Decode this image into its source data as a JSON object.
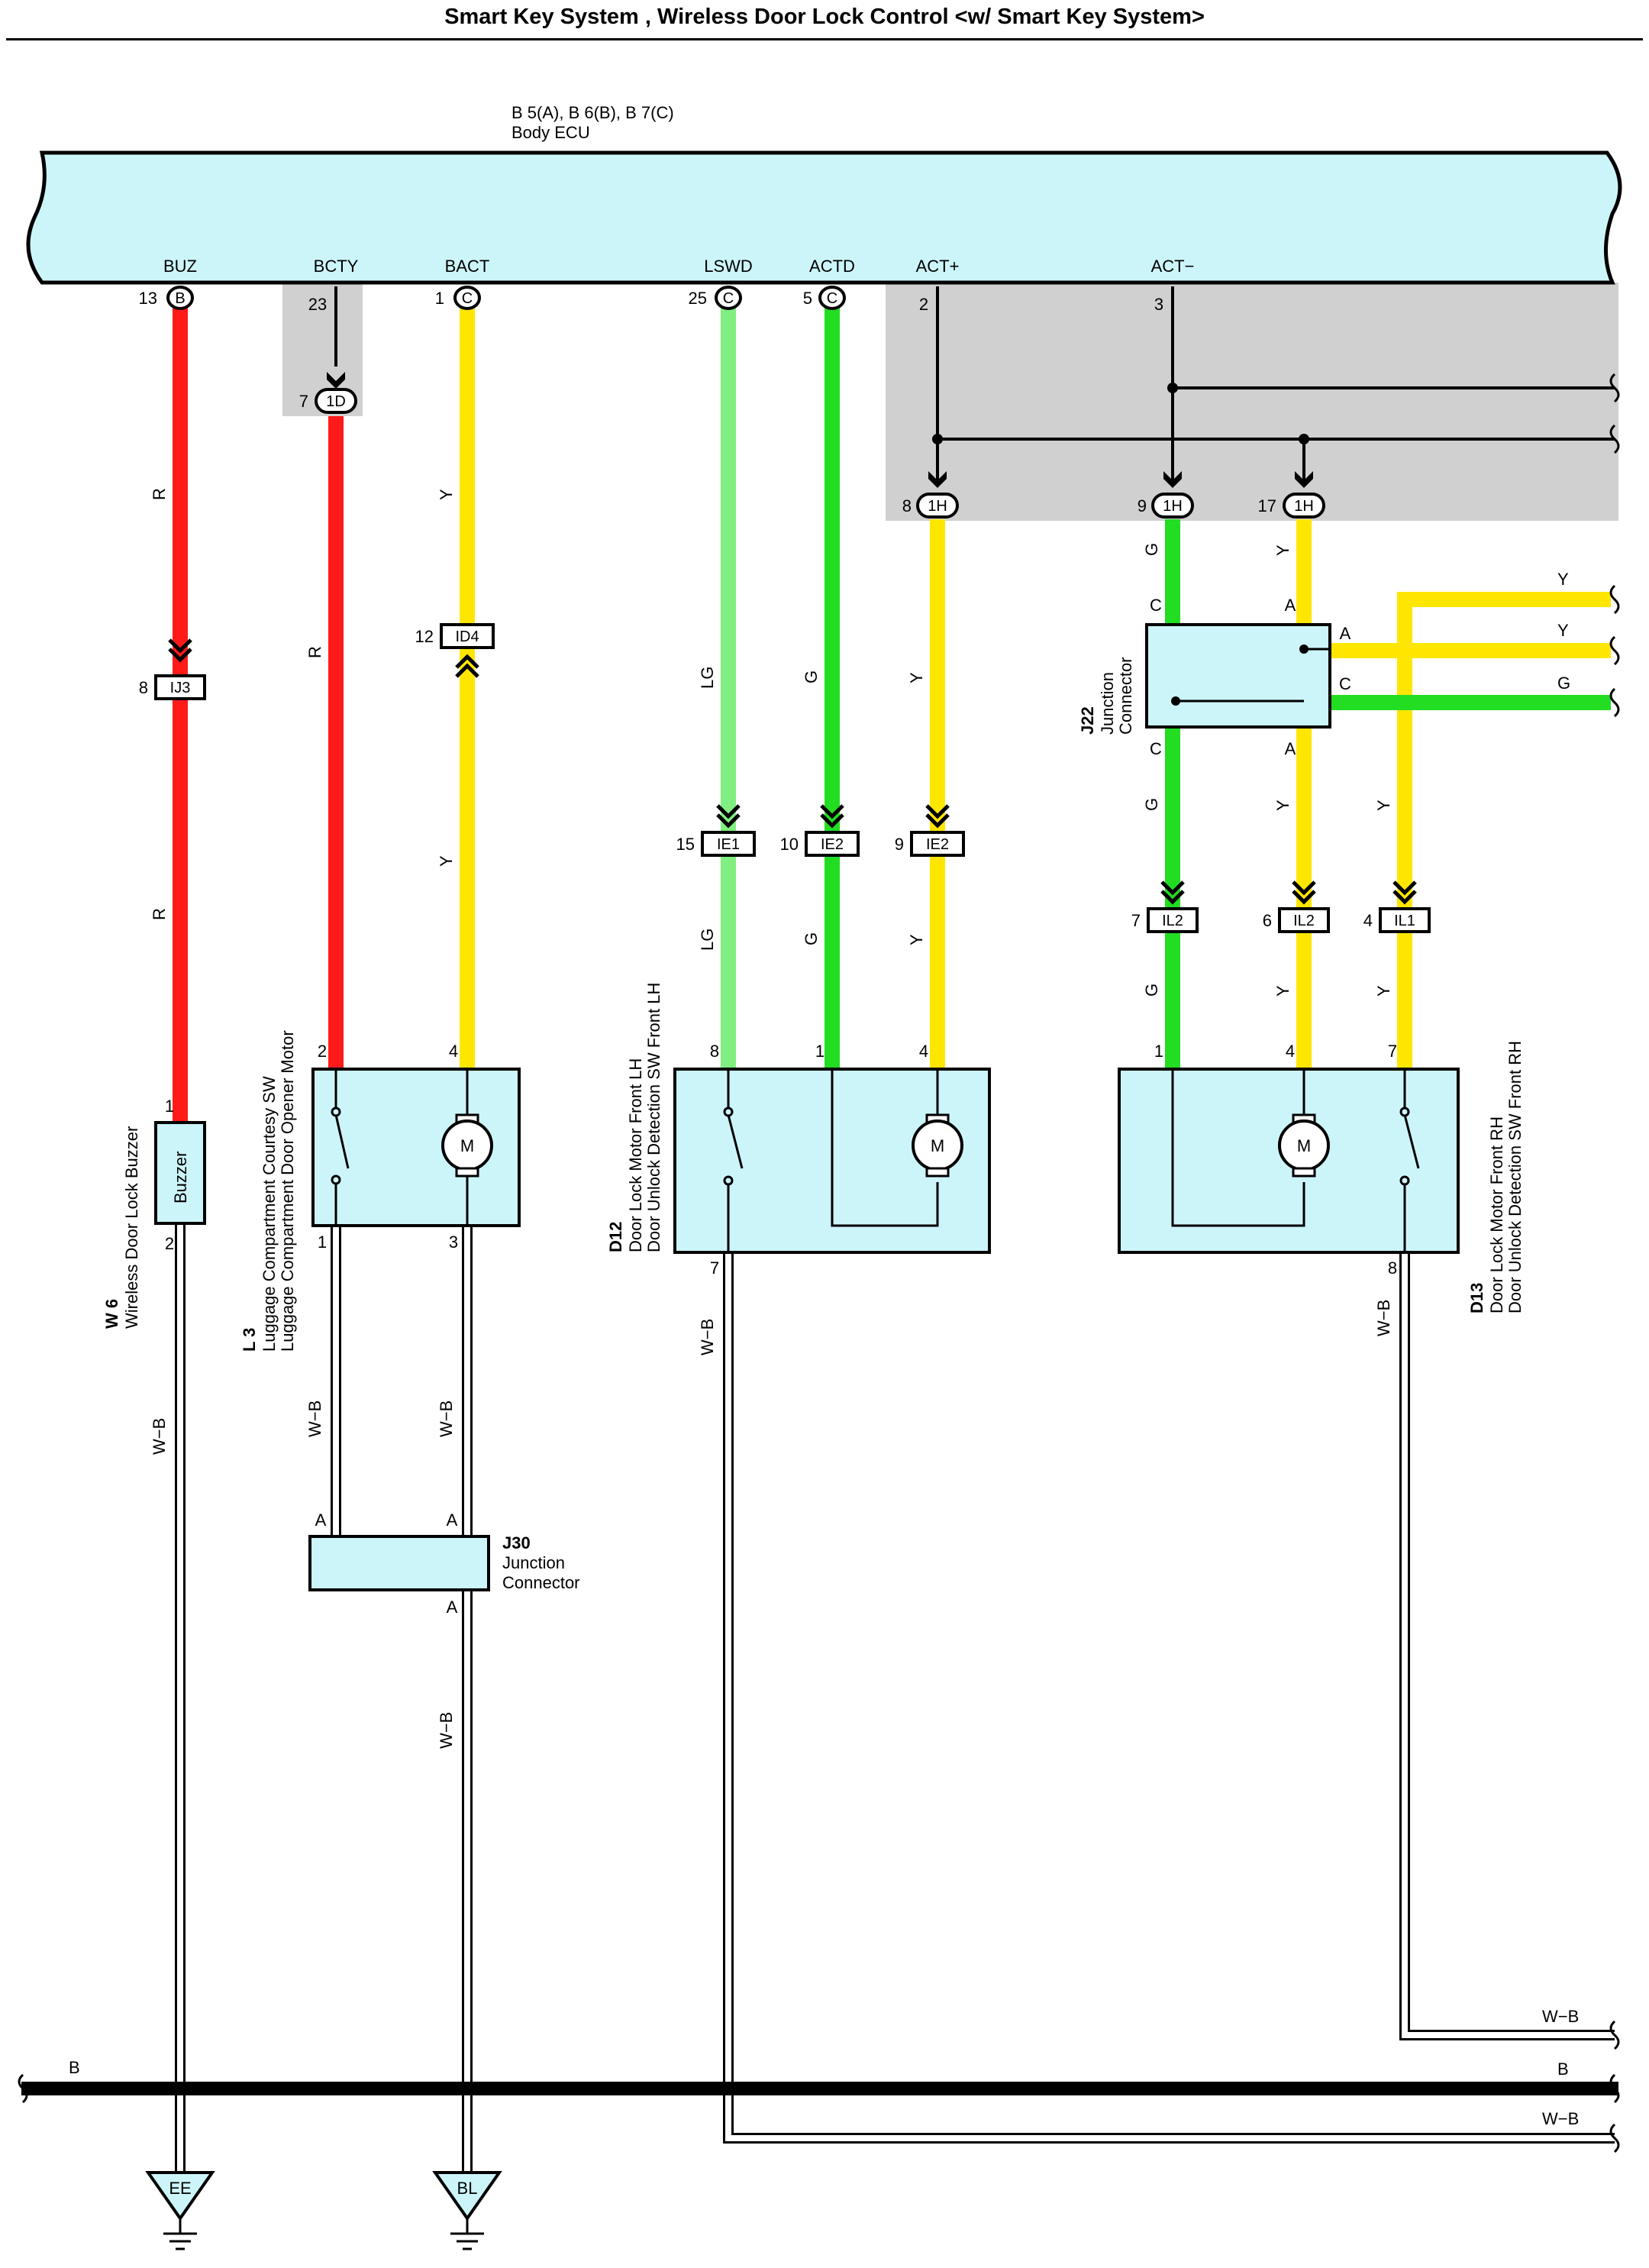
{
  "title": "Smart Key System , Wireless Door Lock Control <w/ Smart Key System>",
  "colors": {
    "R": "#ff1a1a",
    "Y": "#ffe600",
    "G": "#22dd22",
    "LG": "#80ee80",
    "B": "#000000",
    "W-B": "#ffffff",
    "box": "#ccf5fa"
  },
  "ecu": {
    "connectors": "B 5(A), B 6(B), B 7(C)",
    "name": "Body ECU"
  },
  "terminals": {
    "BUZ": {
      "name": "BUZ",
      "pin": "13",
      "conn": "B"
    },
    "BCTY": {
      "name": "BCTY",
      "pin": "23"
    },
    "BACT": {
      "name": "BACT",
      "pin": "1",
      "conn": "C"
    },
    "LSWD": {
      "name": "LSWD",
      "pin": "25",
      "conn": "C"
    },
    "ACTD": {
      "name": "ACTD",
      "pin": "5",
      "conn": "C"
    },
    "ACTP": {
      "name": "ACT+",
      "pin": "2"
    },
    "ACTM": {
      "name": "ACT−",
      "pin": "3"
    }
  },
  "inline": {
    "c1D": {
      "pin": "7",
      "name": "1D"
    },
    "c1H_8": {
      "pin": "8",
      "name": "1H"
    },
    "c1H_9": {
      "pin": "9",
      "name": "1H"
    },
    "c1H_17": {
      "pin": "17",
      "name": "1H"
    },
    "IJ3": {
      "pin": "8",
      "name": "IJ3"
    },
    "ID4": {
      "pin": "12",
      "name": "ID4"
    },
    "IE1": {
      "pin": "15",
      "name": "IE1"
    },
    "IE2a": {
      "pin": "10",
      "name": "IE2"
    },
    "IE2b": {
      "pin": "9",
      "name": "IE2"
    },
    "IL2a": {
      "pin": "7",
      "name": "IL2"
    },
    "IL2b": {
      "pin": "6",
      "name": "IL2"
    },
    "IL1": {
      "pin": "4",
      "name": "IL1"
    }
  },
  "wire_labels": {
    "R": "R",
    "Y": "Y",
    "G": "G",
    "LG": "LG",
    "WB": "W−B",
    "B": "B"
  },
  "pins": {
    "p1": "1",
    "p2": "2",
    "p3": "3",
    "p4": "4",
    "p7": "7",
    "p8": "8"
  },
  "components": {
    "W6": {
      "code": "W 6",
      "name": "Wireless Door Lock Buzzer",
      "body": "Buzzer"
    },
    "L3": {
      "code": "L 3",
      "line1": "Luggage Compartment Courtesy SW",
      "line2": "Luggage Compartment Door Opener Motor"
    },
    "D12": {
      "code": "D12",
      "line1": "Door Lock Motor Front LH",
      "line2": "Door Unlock Detection SW Front LH"
    },
    "D13": {
      "code": "D13",
      "line1": "Door Lock Motor Front RH",
      "line2": "Door Unlock Detection SW Front RH"
    },
    "J22": {
      "code": "J22",
      "line1": "Junction",
      "line2": "Connector"
    },
    "J30": {
      "code": "J30",
      "line1": "Junction",
      "line2": "Connector"
    },
    "motor": "M"
  },
  "junction_pins": {
    "A": "A",
    "C": "C"
  },
  "grounds": {
    "EE": "EE",
    "BL": "BL"
  }
}
